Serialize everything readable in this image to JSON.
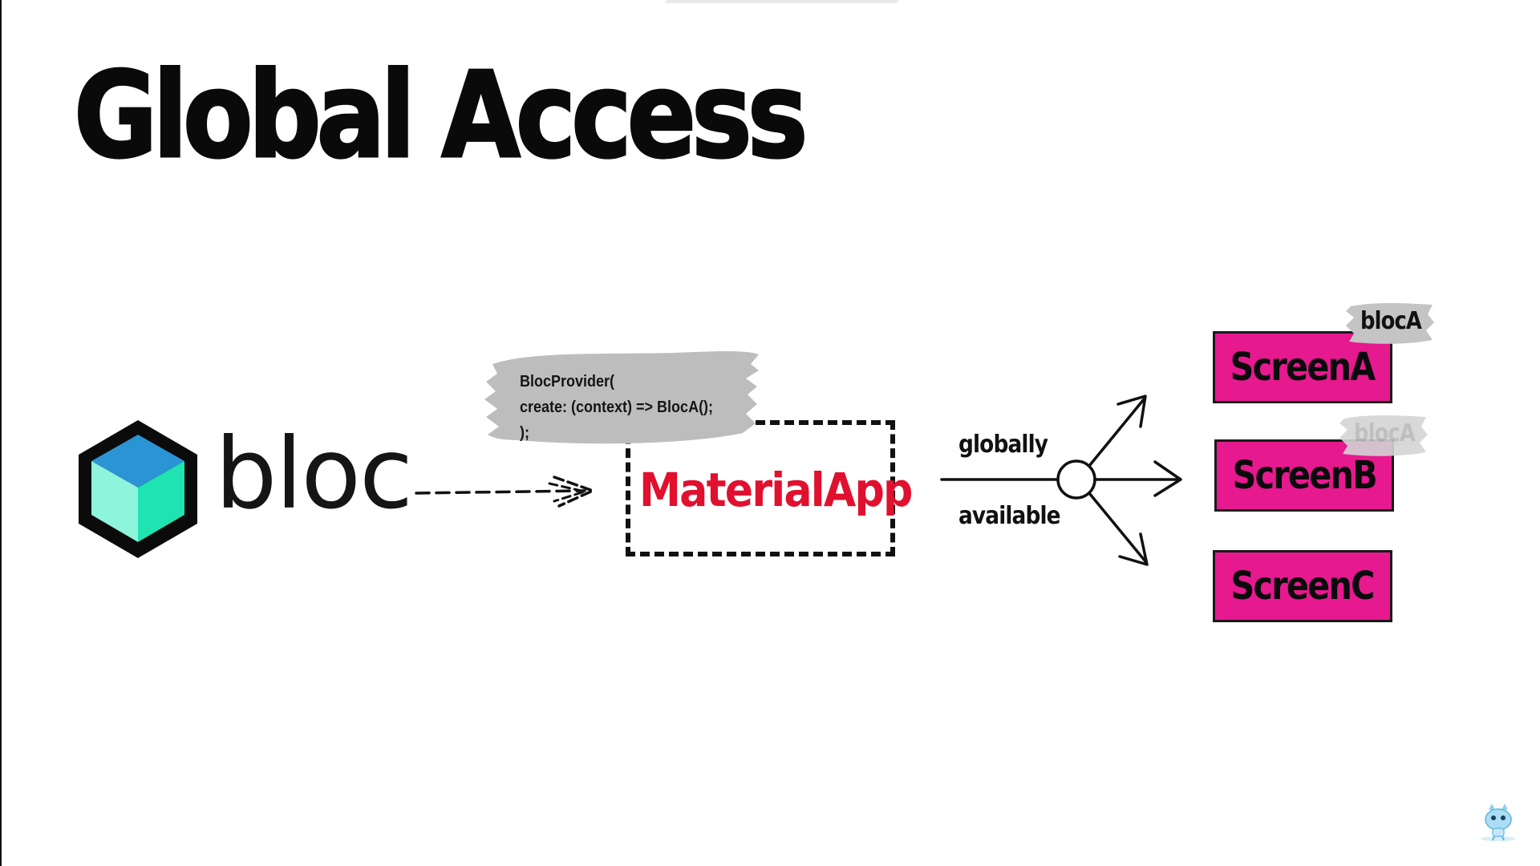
{
  "slide": {
    "title": "Global Access"
  },
  "source": {
    "logo_icon": "bloc-cube-icon",
    "word": "bloc"
  },
  "provider_note": {
    "code": "BlocProvider(\ncreate: (context) => BlocA();\n);"
  },
  "app": {
    "label": "MaterialApp",
    "label_color": "#e0102e"
  },
  "distribution": {
    "label_top": "globally",
    "label_bottom": "available"
  },
  "screens": [
    {
      "label": "ScreenA",
      "tag": "blocA"
    },
    {
      "label": "ScreenB",
      "tag": "blocA"
    },
    {
      "label": "ScreenC"
    }
  ],
  "colors": {
    "screen_fill": "#e6198f",
    "note_fill": "#bdbdbd",
    "cube_top": "#2a94d4",
    "cube_front": "#1fe3b0",
    "cube_side": "#8ff4dc"
  }
}
